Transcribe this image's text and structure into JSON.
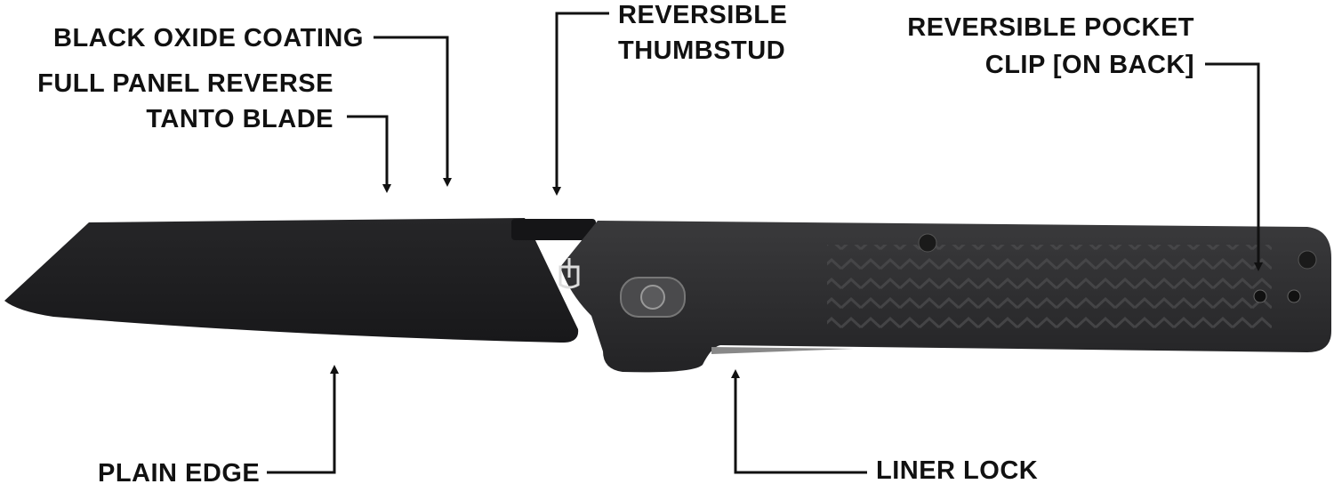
{
  "callouts": {
    "black_oxide": "BLACK OXIDE COATING",
    "full_panel_line1": "FULL PANEL REVERSE",
    "full_panel_line2": "TANTO BLADE",
    "thumbstud_line1": "REVERSIBLE",
    "thumbstud_line2": "THUMBSTUD",
    "clip_line1": "REVERSIBLE POCKET",
    "clip_line2": "CLIP [ON BACK]",
    "plain_edge": "PLAIN EDGE",
    "liner_lock": "LINER LOCK"
  },
  "colors": {
    "blade": "#1d1d1f",
    "handle": "#2c2c2e",
    "line": "#111111"
  }
}
